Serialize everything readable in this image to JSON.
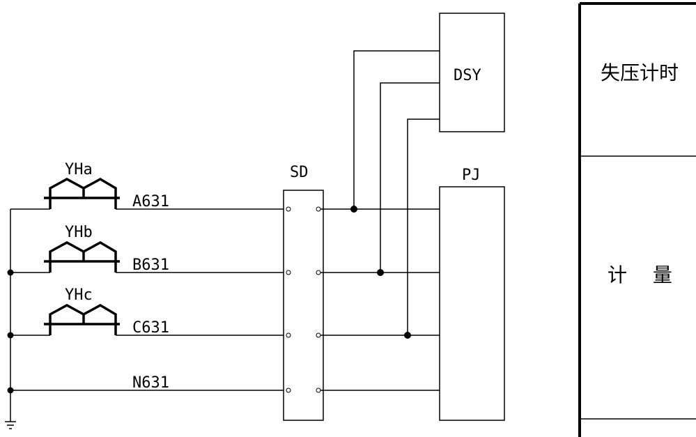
{
  "labels": {
    "coil_a": "YHa",
    "coil_b": "YHb",
    "coil_c": "YHc",
    "wire_a": "A631",
    "wire_b": "B631",
    "wire_c": "C631",
    "wire_n": "N631",
    "switch": "SD",
    "dsy": "DSY",
    "pj": "PJ",
    "panel_top": "失压计时",
    "panel_mid": "计 量"
  }
}
